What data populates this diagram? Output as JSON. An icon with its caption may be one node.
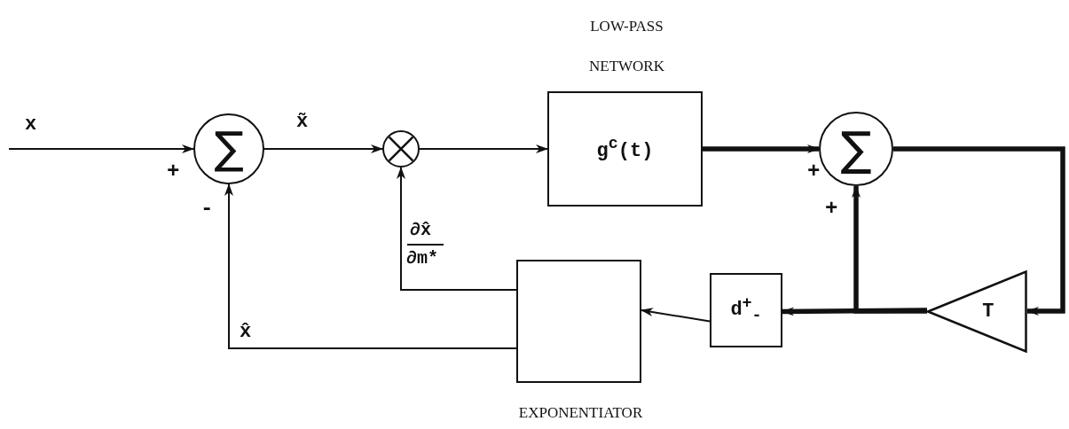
{
  "diagram": {
    "nodes": [
      {
        "text": [
          "∑"
        ]
      },
      {
        "text": [],
        "shape": "circle"
      },
      {
        "text": [
          "LOW-PASS NETWORK",
          "g$^{c}$(t)"
        ]
      },
      {
        "text": [
          "∑"
        ]
      },
      {
        "text": [
          "d$^{+}$$_{-}$"
        ]
      },
      {
        "text": [
          "T"
        ]
      },
      {
        "text": [
          "EXPONENTIATOR"
        ]
      }
    ],
    "edges": [
      {
        "from": null,
        "to": 0,
        "arrow": "to",
        "label": "x"
      },
      {
        "from": 0,
        "to": 1,
        "arrow": "to",
        "label": "x̃"
      },
      {
        "from": 1,
        "to": 2,
        "arrow": "to"
      },
      {
        "from": 2,
        "to": 3,
        "arrow": "to",
        "style": "thick"
      },
      {
        "from": 3,
        "to": 5,
        "arrow": "to",
        "style": "thick"
      },
      {
        "from": 5,
        "to": 3,
        "arrow": "to",
        "style": "thick"
      },
      {
        "from": 5,
        "to": 4,
        "arrow": "to",
        "style": "thick"
      },
      {
        "from": 4,
        "to": 6,
        "arrow": "to"
      },
      {
        "from": 6,
        "to": 1,
        "arrow": "to"
      },
      {
        "from": 6,
        "to": 0,
        "arrow": "to",
        "label": "x̂"
      }
    ],
    "labels": [
      "+",
      "+",
      "-",
      "+",
      "∂x̂",
      "∂m*"
    ]
  }
}
